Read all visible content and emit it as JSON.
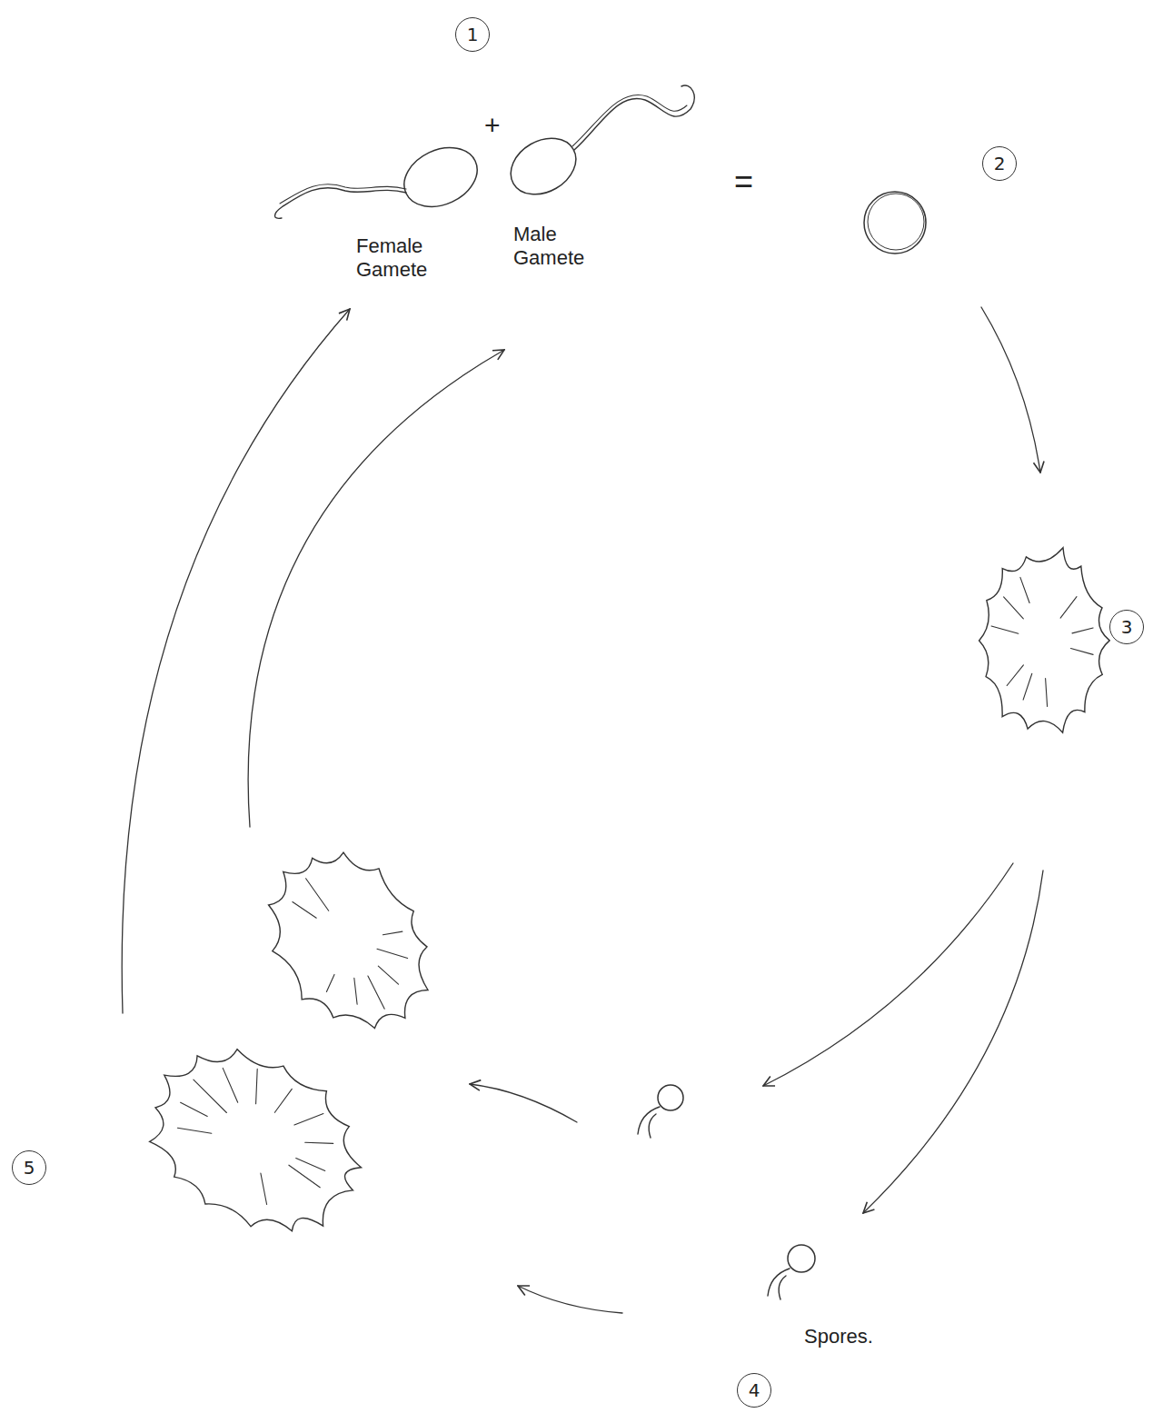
{
  "diagram": {
    "nodes": [
      {
        "text": [
          "1"
        ]
      },
      {
        "text": [
          "2"
        ]
      },
      {
        "text": [
          "3"
        ]
      },
      {
        "text": [
          "4"
        ]
      },
      {
        "text": [
          "5"
        ]
      }
    ],
    "labels": [
      "+",
      "=",
      "Female Gamete",
      "Male Gamete",
      "Spores."
    ]
  }
}
